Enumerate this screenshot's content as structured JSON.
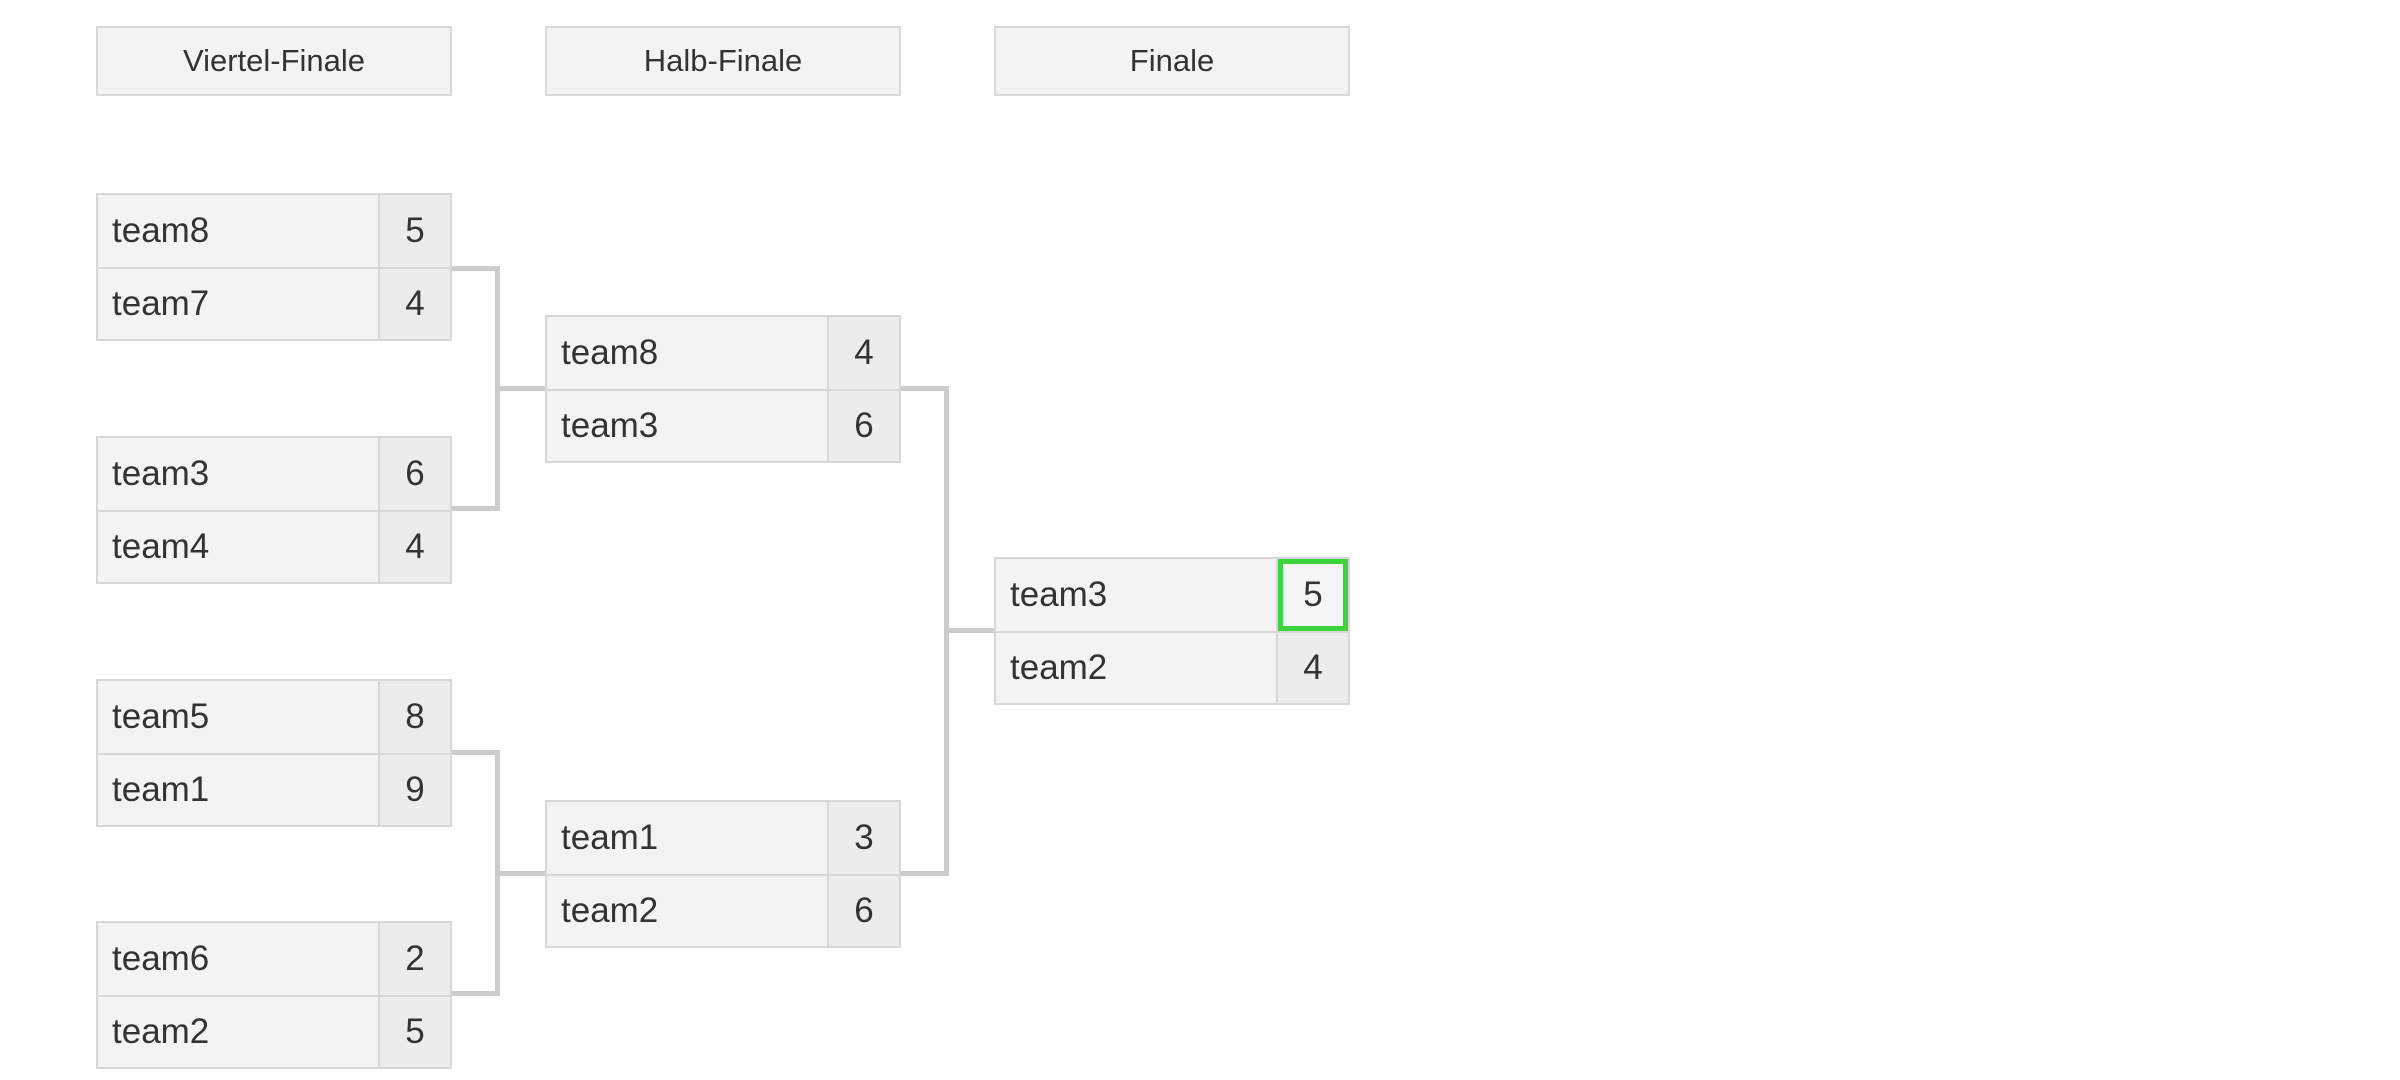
{
  "rounds": [
    {
      "title": "Viertel-Finale",
      "matches": [
        {
          "teams": [
            {
              "name": "team8",
              "score": "5"
            },
            {
              "name": "team7",
              "score": "4"
            }
          ]
        },
        {
          "teams": [
            {
              "name": "team3",
              "score": "6"
            },
            {
              "name": "team4",
              "score": "4"
            }
          ]
        },
        {
          "teams": [
            {
              "name": "team5",
              "score": "8"
            },
            {
              "name": "team1",
              "score": "9"
            }
          ]
        },
        {
          "teams": [
            {
              "name": "team6",
              "score": "2"
            },
            {
              "name": "team2",
              "score": "5"
            }
          ]
        }
      ]
    },
    {
      "title": "Halb-Finale",
      "matches": [
        {
          "teams": [
            {
              "name": "team8",
              "score": "4"
            },
            {
              "name": "team3",
              "score": "6"
            }
          ]
        },
        {
          "teams": [
            {
              "name": "team1",
              "score": "3"
            },
            {
              "name": "team2",
              "score": "6"
            }
          ]
        }
      ]
    },
    {
      "title": "Finale",
      "matches": [
        {
          "teams": [
            {
              "name": "team3",
              "score": "5",
              "selected": true
            },
            {
              "name": "team2",
              "score": "4"
            }
          ]
        }
      ]
    }
  ],
  "colors": {
    "selected_border": "#3cd43c",
    "connector": "#cccccc",
    "box_background": "#f3f3f3"
  }
}
